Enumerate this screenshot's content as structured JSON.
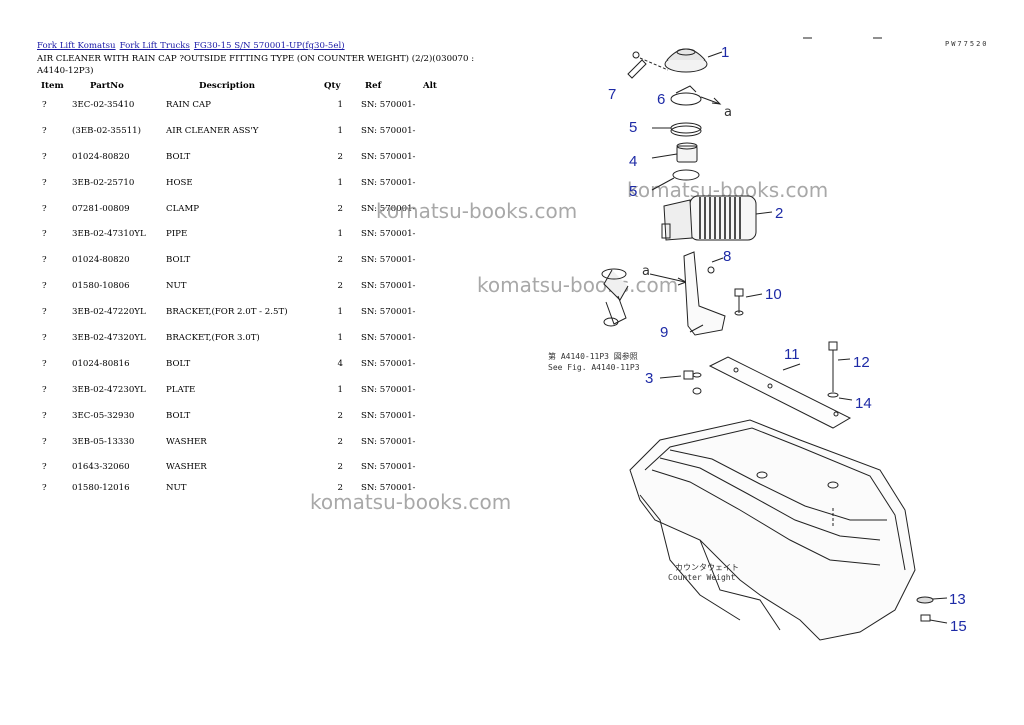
{
  "breadcrumb": {
    "links": [
      "Fork Lift Komatsu",
      "Fork Lift Trucks",
      "FG30-15 S/N 570001-UP(fg30-5el)"
    ]
  },
  "title": "AIR CLEANER WITH RAIN CAP ?OUTSIDE FITTING TYPE (ON COUNTER WEIGHT) (2/2)(030070 : A4140-12P3)",
  "table": {
    "headers": [
      "Item",
      "PartNo",
      "Description",
      "Qty",
      "Ref",
      "Alt"
    ],
    "rows": [
      {
        "item": "?",
        "part": "3EC-02-35410",
        "desc": "RAIN CAP",
        "qty": "1",
        "ref": "SN: 570001-"
      },
      {
        "item": "?",
        "part": "(3EB-02-35511)",
        "desc": "AIR CLEANER ASS'Y",
        "qty": "1",
        "ref": "SN: 570001-"
      },
      {
        "item": "?",
        "part": "01024-80820",
        "desc": "BOLT",
        "qty": "2",
        "ref": "SN: 570001-"
      },
      {
        "item": "?",
        "part": "3EB-02-25710",
        "desc": "HOSE",
        "qty": "1",
        "ref": "SN: 570001-"
      },
      {
        "item": "?",
        "part": "07281-00809",
        "desc": "CLAMP",
        "qty": "2",
        "ref": "SN: 570001-"
      },
      {
        "item": "?",
        "part": "3EB-02-47310YL",
        "desc": "PIPE",
        "qty": "1",
        "ref": "SN: 570001-"
      },
      {
        "item": "?",
        "part": "01024-80820",
        "desc": "BOLT",
        "qty": "2",
        "ref": "SN: 570001-"
      },
      {
        "item": "?",
        "part": "01580-10806",
        "desc": "NUT",
        "qty": "2",
        "ref": "SN: 570001-"
      },
      {
        "item": "?",
        "part": "3EB-02-47220YL",
        "desc": "BRACKET,(FOR 2.0T - 2.5T)",
        "qty": "1",
        "ref": "SN: 570001-"
      },
      {
        "item": "?",
        "part": "3EB-02-47320YL",
        "desc": "BRACKET,(FOR 3.0T)",
        "qty": "1",
        "ref": "SN: 570001-"
      },
      {
        "item": "?",
        "part": "01024-80816",
        "desc": "BOLT",
        "qty": "4",
        "ref": "SN: 570001-"
      },
      {
        "item": "?",
        "part": "3EB-02-47230YL",
        "desc": "PLATE",
        "qty": "1",
        "ref": "SN: 570001-"
      },
      {
        "item": "?",
        "part": "3EC-05-32930",
        "desc": "BOLT",
        "qty": "2",
        "ref": "SN: 570001-"
      },
      {
        "item": "?",
        "part": "3EB-05-13330",
        "desc": "WASHER",
        "qty": "2",
        "ref": "SN: 570001-"
      },
      {
        "item": "?",
        "part": "01643-32060",
        "desc": "WASHER",
        "qty": "2",
        "ref": "SN: 570001-"
      },
      {
        "item": "?",
        "part": "01580-12016",
        "desc": "NUT",
        "qty": "2",
        "ref": "SN: 570001-"
      }
    ]
  },
  "watermark": "komatsu-books.com",
  "diagram": {
    "code": "PW77520",
    "callouts": [
      "1",
      "2",
      "3",
      "4",
      "5",
      "5",
      "6",
      "7",
      "8",
      "9",
      "10",
      "11",
      "12",
      "13",
      "14",
      "15"
    ],
    "arrow_label": "a",
    "see_note_jp": "第 A4140-11P3 図参照",
    "see_note_en": "See Fig. A4140-11P3",
    "counterweight_jp": "カウンタウェイト",
    "counterweight_en": "Counter Weight"
  }
}
